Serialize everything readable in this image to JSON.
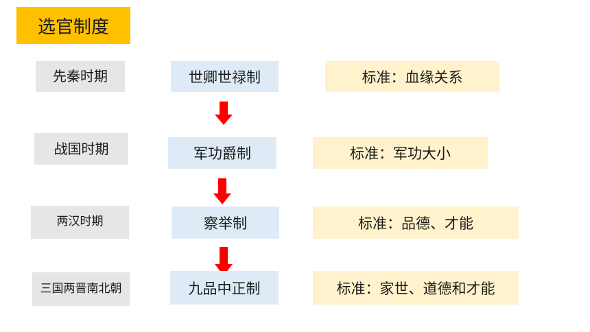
{
  "title": "选官制度",
  "colors": {
    "title_bg": "#FFC000",
    "period_bg": "#E7E6E6",
    "system_bg": "#DEEBF7",
    "standard_bg": "#FFF2CC",
    "arrow": "#FF0000"
  },
  "rows": [
    {
      "period": "先秦时期",
      "system": "世卿世禄制",
      "standard": "标准：血缘关系"
    },
    {
      "period": "战国时期",
      "system": "军功爵制",
      "standard": "标准：军功大小"
    },
    {
      "period": "两汉时期",
      "system": "察举制",
      "standard": "标准：品德、才能"
    },
    {
      "period": "三国两晋南北朝",
      "system": "九品中正制",
      "standard": "标准：家世、道德和才能"
    }
  ],
  "arrow_icon": "down-arrow-icon"
}
